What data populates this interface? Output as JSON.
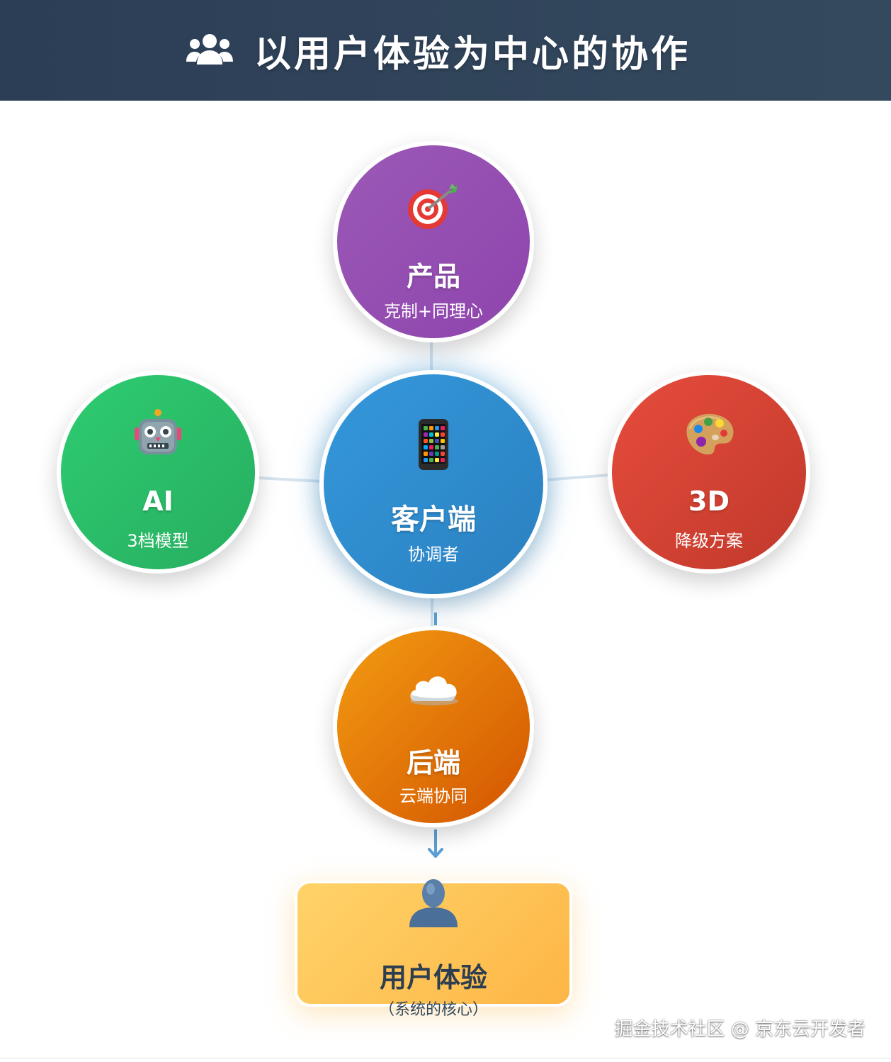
{
  "header": {
    "title": "以用户体验为中心的协作",
    "icon": "users-icon"
  },
  "nodes": {
    "product": {
      "icon": "dart-target-icon",
      "title": "产品",
      "subtitle": "克制+同理心",
      "color": "#9b59b6"
    },
    "ai": {
      "icon": "robot-icon",
      "title": "AI",
      "subtitle": "3档模型",
      "color": "#2ecc71"
    },
    "client": {
      "icon": "mobile-phone-icon",
      "title": "客户端",
      "subtitle": "协调者",
      "color": "#3498db"
    },
    "threed": {
      "icon": "palette-icon",
      "title": "3D",
      "subtitle": "降级方案",
      "color": "#e74c3c"
    },
    "backend": {
      "icon": "cloud-icon",
      "title": "后端",
      "subtitle": "云端协同",
      "color": "#f39c12"
    }
  },
  "user_experience": {
    "icon": "user-silhouette-icon",
    "title": "用户体验",
    "subtitle": "（系统的核心）",
    "color": "#fdb645"
  },
  "watermark": "掘金技术社区 @ 京东云开发者"
}
